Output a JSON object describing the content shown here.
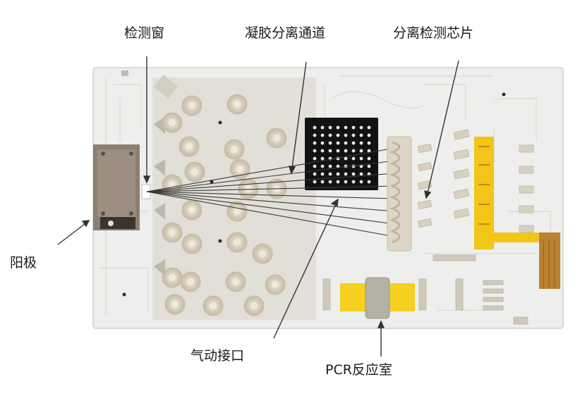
{
  "labels": {
    "detection_window": "检测窗",
    "gel_separation_channel": "凝胶分离通道",
    "separation_detection_chip": "分离检测芯片",
    "anode": "阳极",
    "pneumatic_interface": "气动接口",
    "pcr_chamber": "PCR反应室"
  },
  "colors": {
    "chip_body": "#eeeeec",
    "gel_panel": "#d9d4c8",
    "chip_black": "#121212",
    "gold_electrode": "#f2c516",
    "copper_trace": "#b9822f",
    "pcr_yellow": "#f5d020",
    "pcr_gray": "#b3b1a6",
    "anode_body": "#8c7e70",
    "leader_line": "#333333"
  }
}
